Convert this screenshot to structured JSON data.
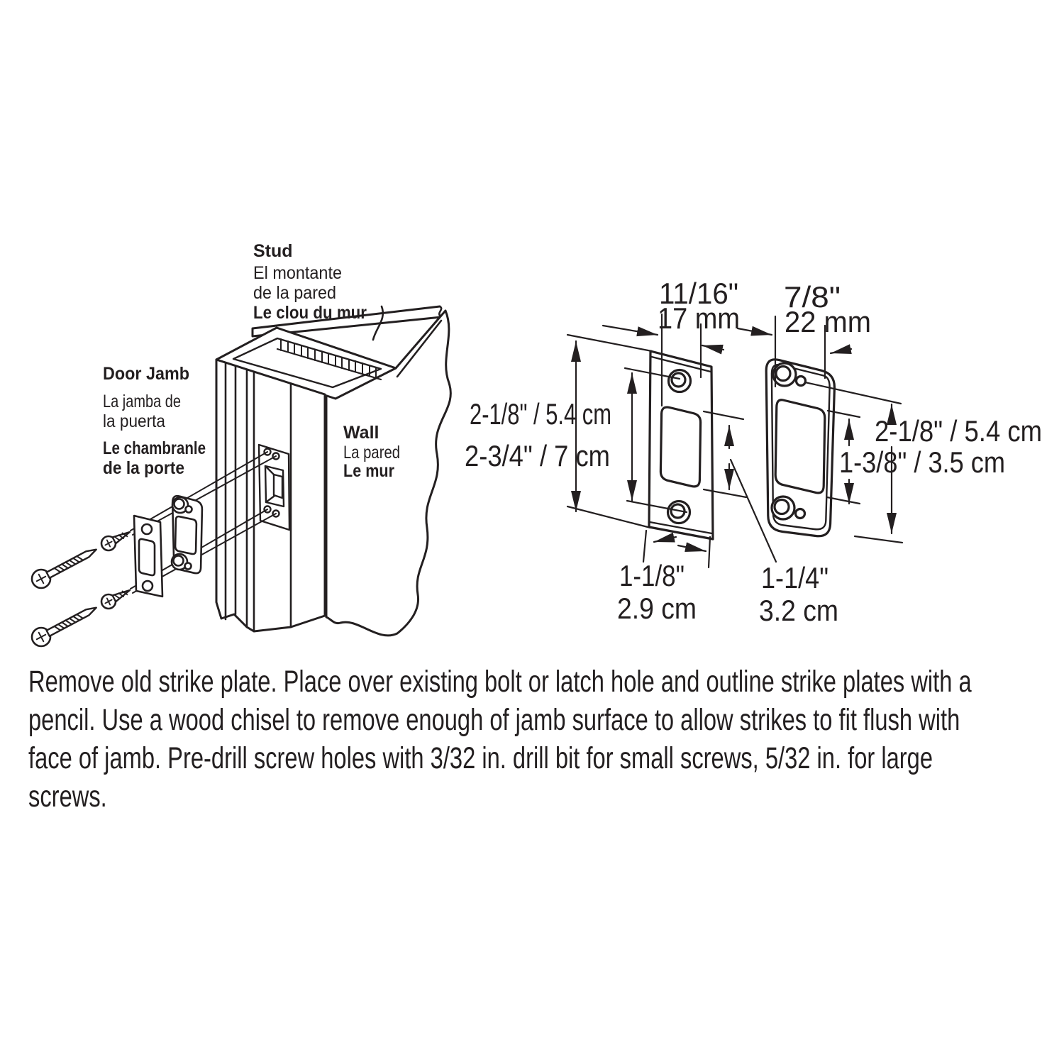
{
  "colors": {
    "ink": "#231f20",
    "background": "#ffffff"
  },
  "diagram_labels": {
    "stud": {
      "en": "Stud",
      "es_line1": "El montante",
      "es_line2": "de la pared",
      "fr": "Le clou du mur"
    },
    "door_jamb": {
      "en": "Door Jamb",
      "es_line1": "La jamba de",
      "es_line2": "la puerta",
      "fr_line1": "Le chambranle",
      "fr_line2": "de la porte"
    },
    "wall": {
      "en": "Wall",
      "es": "La pared",
      "fr": "Le mur"
    }
  },
  "standard_plate_dimensions": {
    "top_width_in": "11/16\"",
    "top_width_metric": "17 mm",
    "hole_spacing": "2-1/8\" / 5.4 cm",
    "overall_height": "2-3/4\" / 7 cm",
    "bottom_width_in": "1-1/8\"",
    "bottom_width_metric": "2.9 cm",
    "latch_opening_in": "1-1/4\"",
    "latch_opening_metric": "3.2 cm"
  },
  "security_plate_dimensions": {
    "top_width_in": "7/8\"",
    "top_width_metric": "22 mm",
    "overall_height": "2-1/8\" / 5.4 cm",
    "opening_height": "1-3/8\" / 3.5 cm"
  },
  "instructions": {
    "lines": [
      "Remove old strike plate. Place over existing bolt or latch hole and outline strike plates with a",
      "pencil. Use a wood chisel to remove enough of jamb surface to allow strikes to fit flush with",
      "face of jamb. Pre-drill screw holes with 3/32 in. drill bit for small screws, 5/32 in. for large",
      "screws."
    ]
  }
}
